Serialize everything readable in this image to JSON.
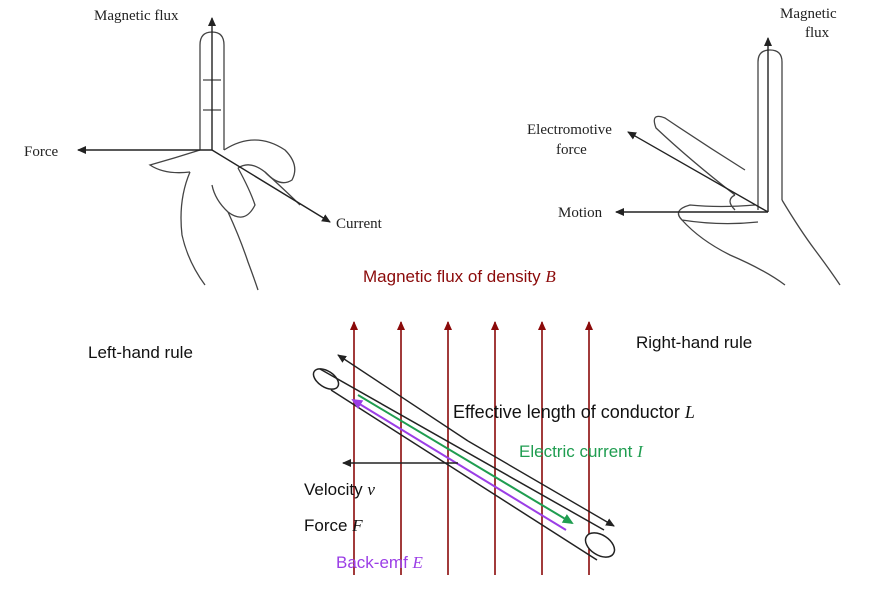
{
  "left_hand_figure": {
    "magnetic_flux": "Magnetic flux",
    "force": "Force",
    "current": "Current"
  },
  "right_hand_figure": {
    "magnetic_flux_line1": "Magnetic",
    "magnetic_flux_line2": "flux",
    "emf_line1": "Electromotive",
    "emf_line2": "force",
    "motion": "Motion"
  },
  "conductor_diagram": {
    "flux_density": "Magnetic flux of density ",
    "flux_symbol": "B",
    "left_hand_rule": "Left-hand rule",
    "right_hand_rule": "Right-hand rule",
    "effective_length": "Effective length of conductor ",
    "length_symbol": "L",
    "electric_current": "Electric current ",
    "current_symbol": "I",
    "velocity": "Velocity ",
    "velocity_symbol": "v",
    "force": "Force ",
    "force_symbol": "F",
    "back_emf": "Back-emf ",
    "back_emf_symbol": "E"
  },
  "colors": {
    "flux_lines": "#8b0a0a",
    "current": "#1f9d50",
    "back_emf": "#9b3ee6",
    "outline": "#222222"
  }
}
